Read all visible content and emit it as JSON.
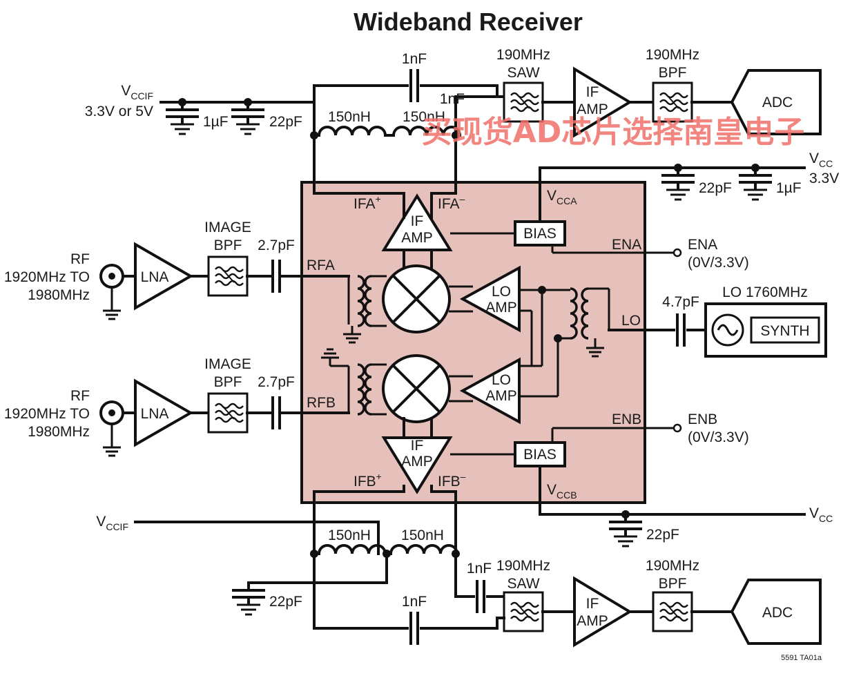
{
  "title": "Wideband Receiver",
  "watermark": "买现货AD芯片选择南皇电子",
  "figure_id": "5591 TA01a",
  "colors": {
    "chip_fill": "#e6c1bc",
    "watermark": "#f0706a",
    "ink": "#111111"
  },
  "supplies": {
    "vccif_top": {
      "main": "V",
      "subscript": "CCIF",
      "value": "3.3V or 5V"
    },
    "vccif_bottom": {
      "main": "V",
      "subscript": "CCIF"
    },
    "vcc_top": {
      "main": "V",
      "subscript": "CC",
      "value": "3.3V"
    },
    "vcc_bottom": {
      "main": "V",
      "subscript": "CC"
    }
  },
  "caps": {
    "top_1uF": "1µF",
    "top_22pF": "22pF",
    "top_1nF_a": "1nF",
    "top_1nF_b": "1nF",
    "vcca_22pF": "22pF",
    "vcca_1uF": "1µF",
    "rf_a": "2.7pF",
    "rf_b": "2.7pF",
    "lo": "4.7pF",
    "vccb_22pF": "22pF",
    "bot_22pF": "22pF",
    "bot_1nF_a": "1nF",
    "bot_1nF_b": "1nF"
  },
  "inductors": {
    "top_a": "150nH",
    "top_b": "150nH",
    "bot_a": "150nH",
    "bot_b": "150nH"
  },
  "rf_input": {
    "line1": "RF",
    "line2": "1920MHz TO",
    "line3": "1980MHz"
  },
  "blocks": {
    "lna": "LNA",
    "image_bpf": {
      "line1": "IMAGE",
      "line2": "BPF"
    },
    "saw": {
      "line1": "190MHz",
      "line2": "SAW"
    },
    "bpf": {
      "line1": "190MHz",
      "line2": "BPF"
    },
    "if_amp": {
      "line1": "IF",
      "line2": "AMP"
    },
    "lo_amp": {
      "line1": "LO",
      "line2": "AMP"
    },
    "bias": "BIAS",
    "adc": "ADC",
    "synth": "SYNTH",
    "lo_source": "LO 1760MHz"
  },
  "pins": {
    "ifa_plus": "IFA",
    "ifa_minus": "IFA",
    "ifb_plus": "IFB",
    "ifb_minus": "IFB",
    "plus_sign": "+",
    "minus_sign": "–",
    "rfa": "RFA",
    "rfb": "RFB",
    "lo": "LO",
    "ena": "ENA",
    "enb": "ENB",
    "vcca": {
      "main": "V",
      "subscript": "CCA"
    },
    "vccb": {
      "main": "V",
      "subscript": "CCB"
    }
  },
  "enables": {
    "ena_label": "ENA",
    "ena_range": "(0V/3.3V)",
    "enb_label": "ENB",
    "enb_range": "(0V/3.3V)"
  }
}
